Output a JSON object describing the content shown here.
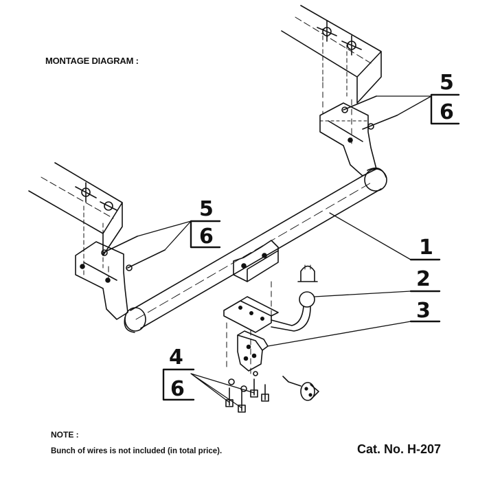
{
  "title": "MONTAGE DIAGRAM :",
  "note": {
    "label": "NOTE :",
    "text": "Bunch of wires is not included (in total price)."
  },
  "catalog": "Cat. No. H-207",
  "callouts": {
    "c56_top": {
      "top": "5",
      "bottom": "6"
    },
    "c56_left": {
      "top": "5",
      "bottom": "6"
    },
    "c1": "1",
    "c2": "2",
    "c3": "3",
    "c46": {
      "top": "4",
      "bottom": "6"
    }
  }
}
